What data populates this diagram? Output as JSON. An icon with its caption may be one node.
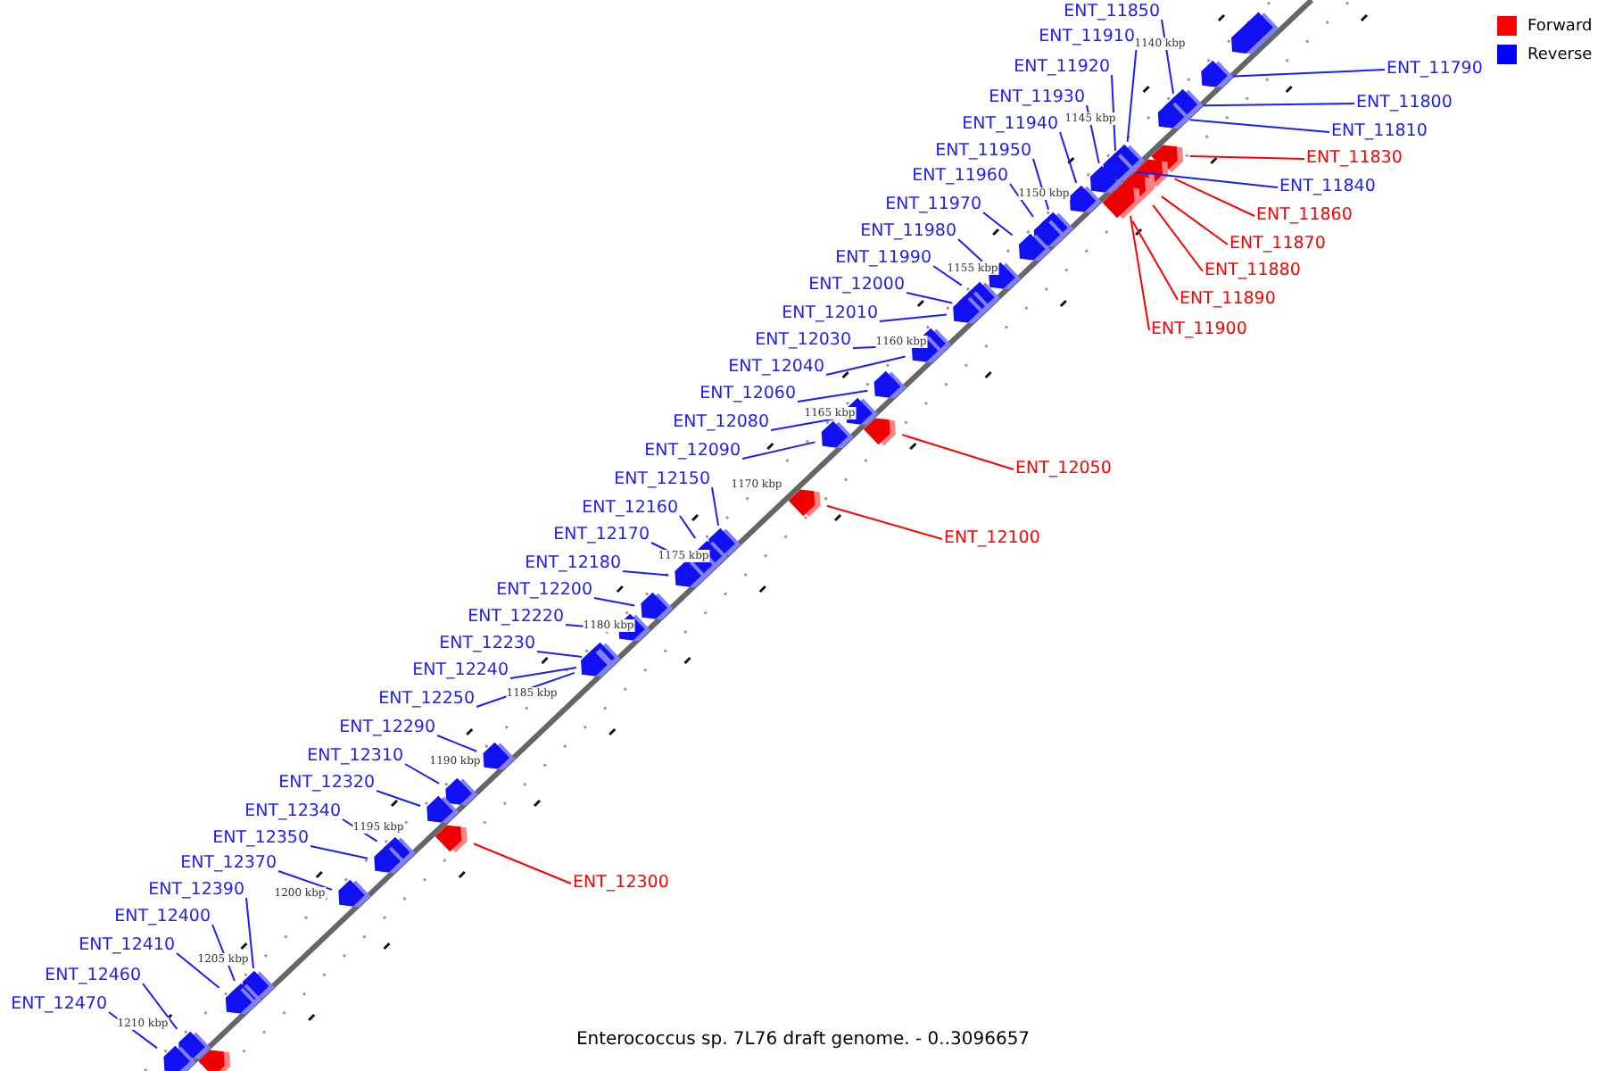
{
  "diagram": {
    "caption": "Enterococcus sp. 7L76 draft genome. - 0..3096657",
    "nodes": [
      {
        "text": [
          "ENT_11850"
        ]
      },
      {
        "text": [
          "ENT_11910"
        ]
      },
      {
        "text": [
          "ENT_11920"
        ]
      },
      {
        "text": [
          "ENT_11790"
        ]
      },
      {
        "text": [
          "ENT_11930"
        ]
      },
      {
        "text": [
          "ENT_11800"
        ]
      },
      {
        "text": [
          "ENT_11940"
        ]
      },
      {
        "text": [
          "ENT_11810"
        ]
      },
      {
        "text": [
          "ENT_11950"
        ]
      },
      {
        "text": [
          "ENT_11830"
        ]
      },
      {
        "text": [
          "ENT_11960"
        ]
      },
      {
        "text": [
          "ENT_11840"
        ]
      },
      {
        "text": [
          "ENT_11970"
        ]
      },
      {
        "text": [
          "ENT_11860"
        ]
      },
      {
        "text": [
          "ENT_11980"
        ]
      },
      {
        "text": [
          "ENT_11870"
        ]
      },
      {
        "text": [
          "ENT_11990"
        ]
      },
      {
        "text": [
          "ENT_11880"
        ]
      },
      {
        "text": [
          "ENT_12000"
        ]
      },
      {
        "text": [
          "ENT_11890"
        ]
      },
      {
        "text": [
          "ENT_12010"
        ]
      },
      {
        "text": [
          "ENT_11900"
        ]
      },
      {
        "text": [
          "ENT_12030"
        ]
      },
      {
        "text": [
          "ENT_12040"
        ]
      },
      {
        "text": [
          "ENT_12060"
        ]
      },
      {
        "text": [
          "ENT_12080"
        ]
      },
      {
        "text": [
          "ENT_12090"
        ]
      },
      {
        "text": [
          "ENT_12050"
        ]
      },
      {
        "text": [
          "ENT_12150"
        ]
      },
      {
        "text": [
          "ENT_12160"
        ]
      },
      {
        "text": [
          "ENT_12170"
        ]
      },
      {
        "text": [
          "ENT_12100"
        ]
      },
      {
        "text": [
          "ENT_12180"
        ]
      },
      {
        "text": [
          "ENT_12200"
        ]
      },
      {
        "text": [
          "ENT_12220"
        ]
      },
      {
        "text": [
          "ENT_12230"
        ]
      },
      {
        "text": [
          "ENT_12240"
        ]
      },
      {
        "text": [
          "ENT_12250"
        ]
      },
      {
        "text": [
          "ENT_12290"
        ]
      },
      {
        "text": [
          "ENT_12310"
        ]
      },
      {
        "text": [
          "ENT_12320"
        ]
      },
      {
        "text": [
          "ENT_12340"
        ]
      },
      {
        "text": [
          "ENT_12350"
        ]
      },
      {
        "text": [
          "ENT_12370"
        ]
      },
      {
        "text": [
          "ENT_12300"
        ]
      },
      {
        "text": [
          "ENT_12390"
        ]
      },
      {
        "text": [
          "ENT_12400"
        ]
      },
      {
        "text": [
          "ENT_12410"
        ]
      },
      {
        "text": [
          "ENT_12460"
        ]
      },
      {
        "text": [
          "ENT_12470"
        ]
      },
      {
        "text": [],
        "shape": "pentagon"
      },
      {
        "text": [],
        "shape": "pentagon"
      },
      {
        "text": [],
        "shape": "pentagon"
      },
      {
        "text": [],
        "shape": "pentagon"
      },
      {
        "text": [],
        "shape": "pentagon"
      },
      {
        "text": [],
        "shape": "pentagon"
      },
      {
        "text": [],
        "shape": "pentagon"
      },
      {
        "text": [],
        "shape": "pentagon"
      },
      {
        "text": [],
        "shape": "pentagon"
      },
      {
        "text": [],
        "shape": "pentagon"
      },
      {
        "text": [],
        "shape": "pentagon"
      },
      {
        "text": [],
        "shape": "pentagon"
      },
      {
        "text": [],
        "shape": "pentagon"
      },
      {
        "text": [],
        "shape": "pentagon"
      },
      {
        "text": [],
        "shape": "pentagon"
      },
      {
        "text": [],
        "shape": "pentagon"
      },
      {
        "text": [],
        "shape": "pentagon"
      },
      {
        "text": [],
        "shape": "pentagon"
      },
      {
        "text": [],
        "shape": "pentagon"
      },
      {
        "text": [],
        "shape": "pentagon"
      },
      {
        "text": [],
        "shape": "pentagon"
      },
      {
        "text": [],
        "shape": "pentagon"
      },
      {
        "text": [],
        "shape": "pentagon"
      },
      {
        "text": [],
        "shape": "pentagon"
      },
      {
        "text": [],
        "shape": "pentagon"
      },
      {
        "text": [],
        "shape": "pentagon"
      },
      {
        "text": [],
        "shape": "pentagon"
      },
      {
        "text": [],
        "shape": "pentagon"
      },
      {
        "text": [],
        "shape": "pentagon"
      },
      {
        "text": [],
        "shape": "pentagon"
      },
      {
        "text": [],
        "shape": "pentagon"
      },
      {
        "text": [],
        "shape": "pentagon"
      },
      {
        "text": [],
        "shape": "pentagon"
      },
      {
        "text": [],
        "shape": "pentagon"
      },
      {
        "text": [],
        "shape": "pentagon"
      },
      {
        "text": [],
        "shape": "pentagon"
      },
      {
        "text": [],
        "shape": "pentagon"
      },
      {
        "text": [],
        "shape": "pentagon"
      },
      {
        "text": [],
        "shape": "pentagon"
      },
      {
        "text": [],
        "shape": "pentagon"
      },
      {
        "text": [],
        "shape": "pentagon"
      },
      {
        "text": [],
        "shape": "pentagon"
      },
      {
        "text": [],
        "shape": "pentagon"
      },
      {
        "text": [],
        "shape": "pentagon"
      },
      {
        "text": [],
        "shape": "pentagon"
      },
      {
        "text": [],
        "shape": "pentagon"
      },
      {
        "text": [],
        "shape": "pentagon"
      },
      {
        "text": [],
        "shape": "pentagon"
      },
      {
        "text": [],
        "shape": "pentagon"
      },
      {
        "text": [],
        "shape": "pentagon"
      },
      {
        "text": [],
        "shape": "pentagon"
      },
      {
        "text": [],
        "shape": "pentagon"
      }
    ],
    "edges": [
      {
        "from": 0,
        "to": 50,
        "arrow": "none"
      },
      {
        "from": 1,
        "to": 51,
        "arrow": "none"
      },
      {
        "from": 2,
        "to": 52,
        "arrow": "none"
      },
      {
        "from": 3,
        "to": 53,
        "arrow": "none"
      },
      {
        "from": 4,
        "to": 54,
        "arrow": "none"
      },
      {
        "from": 5,
        "to": 55,
        "arrow": "none"
      },
      {
        "from": 6,
        "to": 56,
        "arrow": "none"
      },
      {
        "from": 7,
        "to": 57,
        "arrow": "none"
      },
      {
        "from": 8,
        "to": 58,
        "arrow": "none"
      },
      {
        "from": 9,
        "to": 59,
        "arrow": "none",
        "color": "#ff0000"
      },
      {
        "from": 10,
        "to": 60,
        "arrow": "none"
      },
      {
        "from": 11,
        "to": 61,
        "arrow": "none"
      },
      {
        "from": 12,
        "to": 62,
        "arrow": "none"
      },
      {
        "from": 13,
        "to": 63,
        "arrow": "none",
        "color": "#ff0000"
      },
      {
        "from": 14,
        "to": 64,
        "arrow": "none"
      },
      {
        "from": 15,
        "to": 65,
        "arrow": "none",
        "color": "#ff0000"
      },
      {
        "from": 16,
        "to": 66,
        "arrow": "none"
      },
      {
        "from": 17,
        "to": 67,
        "arrow": "none",
        "color": "#ff0000"
      },
      {
        "from": 18,
        "to": 68,
        "arrow": "none"
      },
      {
        "from": 19,
        "to": 69,
        "arrow": "none",
        "color": "#ff0000"
      },
      {
        "from": 20,
        "to": 70,
        "arrow": "none"
      },
      {
        "from": 21,
        "to": 71,
        "arrow": "none",
        "color": "#ff0000"
      },
      {
        "from": 22,
        "to": 72,
        "arrow": "none"
      },
      {
        "from": 23,
        "to": 73,
        "arrow": "none"
      },
      {
        "from": 24,
        "to": 74,
        "arrow": "none"
      },
      {
        "from": 25,
        "to": 75,
        "arrow": "none"
      },
      {
        "from": 26,
        "to": 76,
        "arrow": "none"
      },
      {
        "from": 27,
        "to": 77,
        "arrow": "none",
        "color": "#ff0000"
      },
      {
        "from": 28,
        "to": 78,
        "arrow": "none"
      },
      {
        "from": 29,
        "to": 79,
        "arrow": "none"
      },
      {
        "from": 30,
        "to": 80,
        "arrow": "none"
      },
      {
        "from": 31,
        "to": 81,
        "arrow": "none",
        "color": "#ff0000"
      },
      {
        "from": 32,
        "to": 82,
        "arrow": "none"
      },
      {
        "from": 33,
        "to": 83,
        "arrow": "none"
      },
      {
        "from": 34,
        "to": 84,
        "arrow": "none"
      },
      {
        "from": 35,
        "to": 85,
        "arrow": "none"
      },
      {
        "from": 36,
        "to": 86,
        "arrow": "none"
      },
      {
        "from": 37,
        "to": 87,
        "arrow": "none"
      },
      {
        "from": 38,
        "to": 88,
        "arrow": "none"
      },
      {
        "from": 39,
        "to": 89,
        "arrow": "none"
      },
      {
        "from": 40,
        "to": 90,
        "arrow": "none"
      },
      {
        "from": 41,
        "to": 91,
        "arrow": "none"
      },
      {
        "from": 42,
        "to": 92,
        "arrow": "none"
      },
      {
        "from": 43,
        "to": 93,
        "arrow": "none"
      },
      {
        "from": 44,
        "to": 94,
        "arrow": "none",
        "color": "#ff0000"
      },
      {
        "from": 45,
        "to": 95,
        "arrow": "none"
      },
      {
        "from": 46,
        "to": 96,
        "arrow": "none"
      },
      {
        "from": 47,
        "to": 97,
        "arrow": "none"
      },
      {
        "from": 48,
        "to": 98,
        "arrow": "none"
      },
      {
        "from": 49,
        "to": 99,
        "arrow": "none"
      }
    ],
    "labels": [
      "1140 kbp",
      "1145 kbp",
      "1150 kbp",
      "1155 kbp",
      "1160 kbp",
      "1165 kbp",
      "1170 kbp",
      "1175 kbp",
      "1180 kbp",
      "1185 kbp",
      "1190 kbp",
      "1195 kbp",
      "1200 kbp",
      "1205 kbp",
      "1210 kbp"
    ],
    "legend": [
      {
        "text": "Forward",
        "color": "#ff0000"
      },
      {
        "text": "Reverse",
        "color": "#0000ff"
      }
    ]
  }
}
